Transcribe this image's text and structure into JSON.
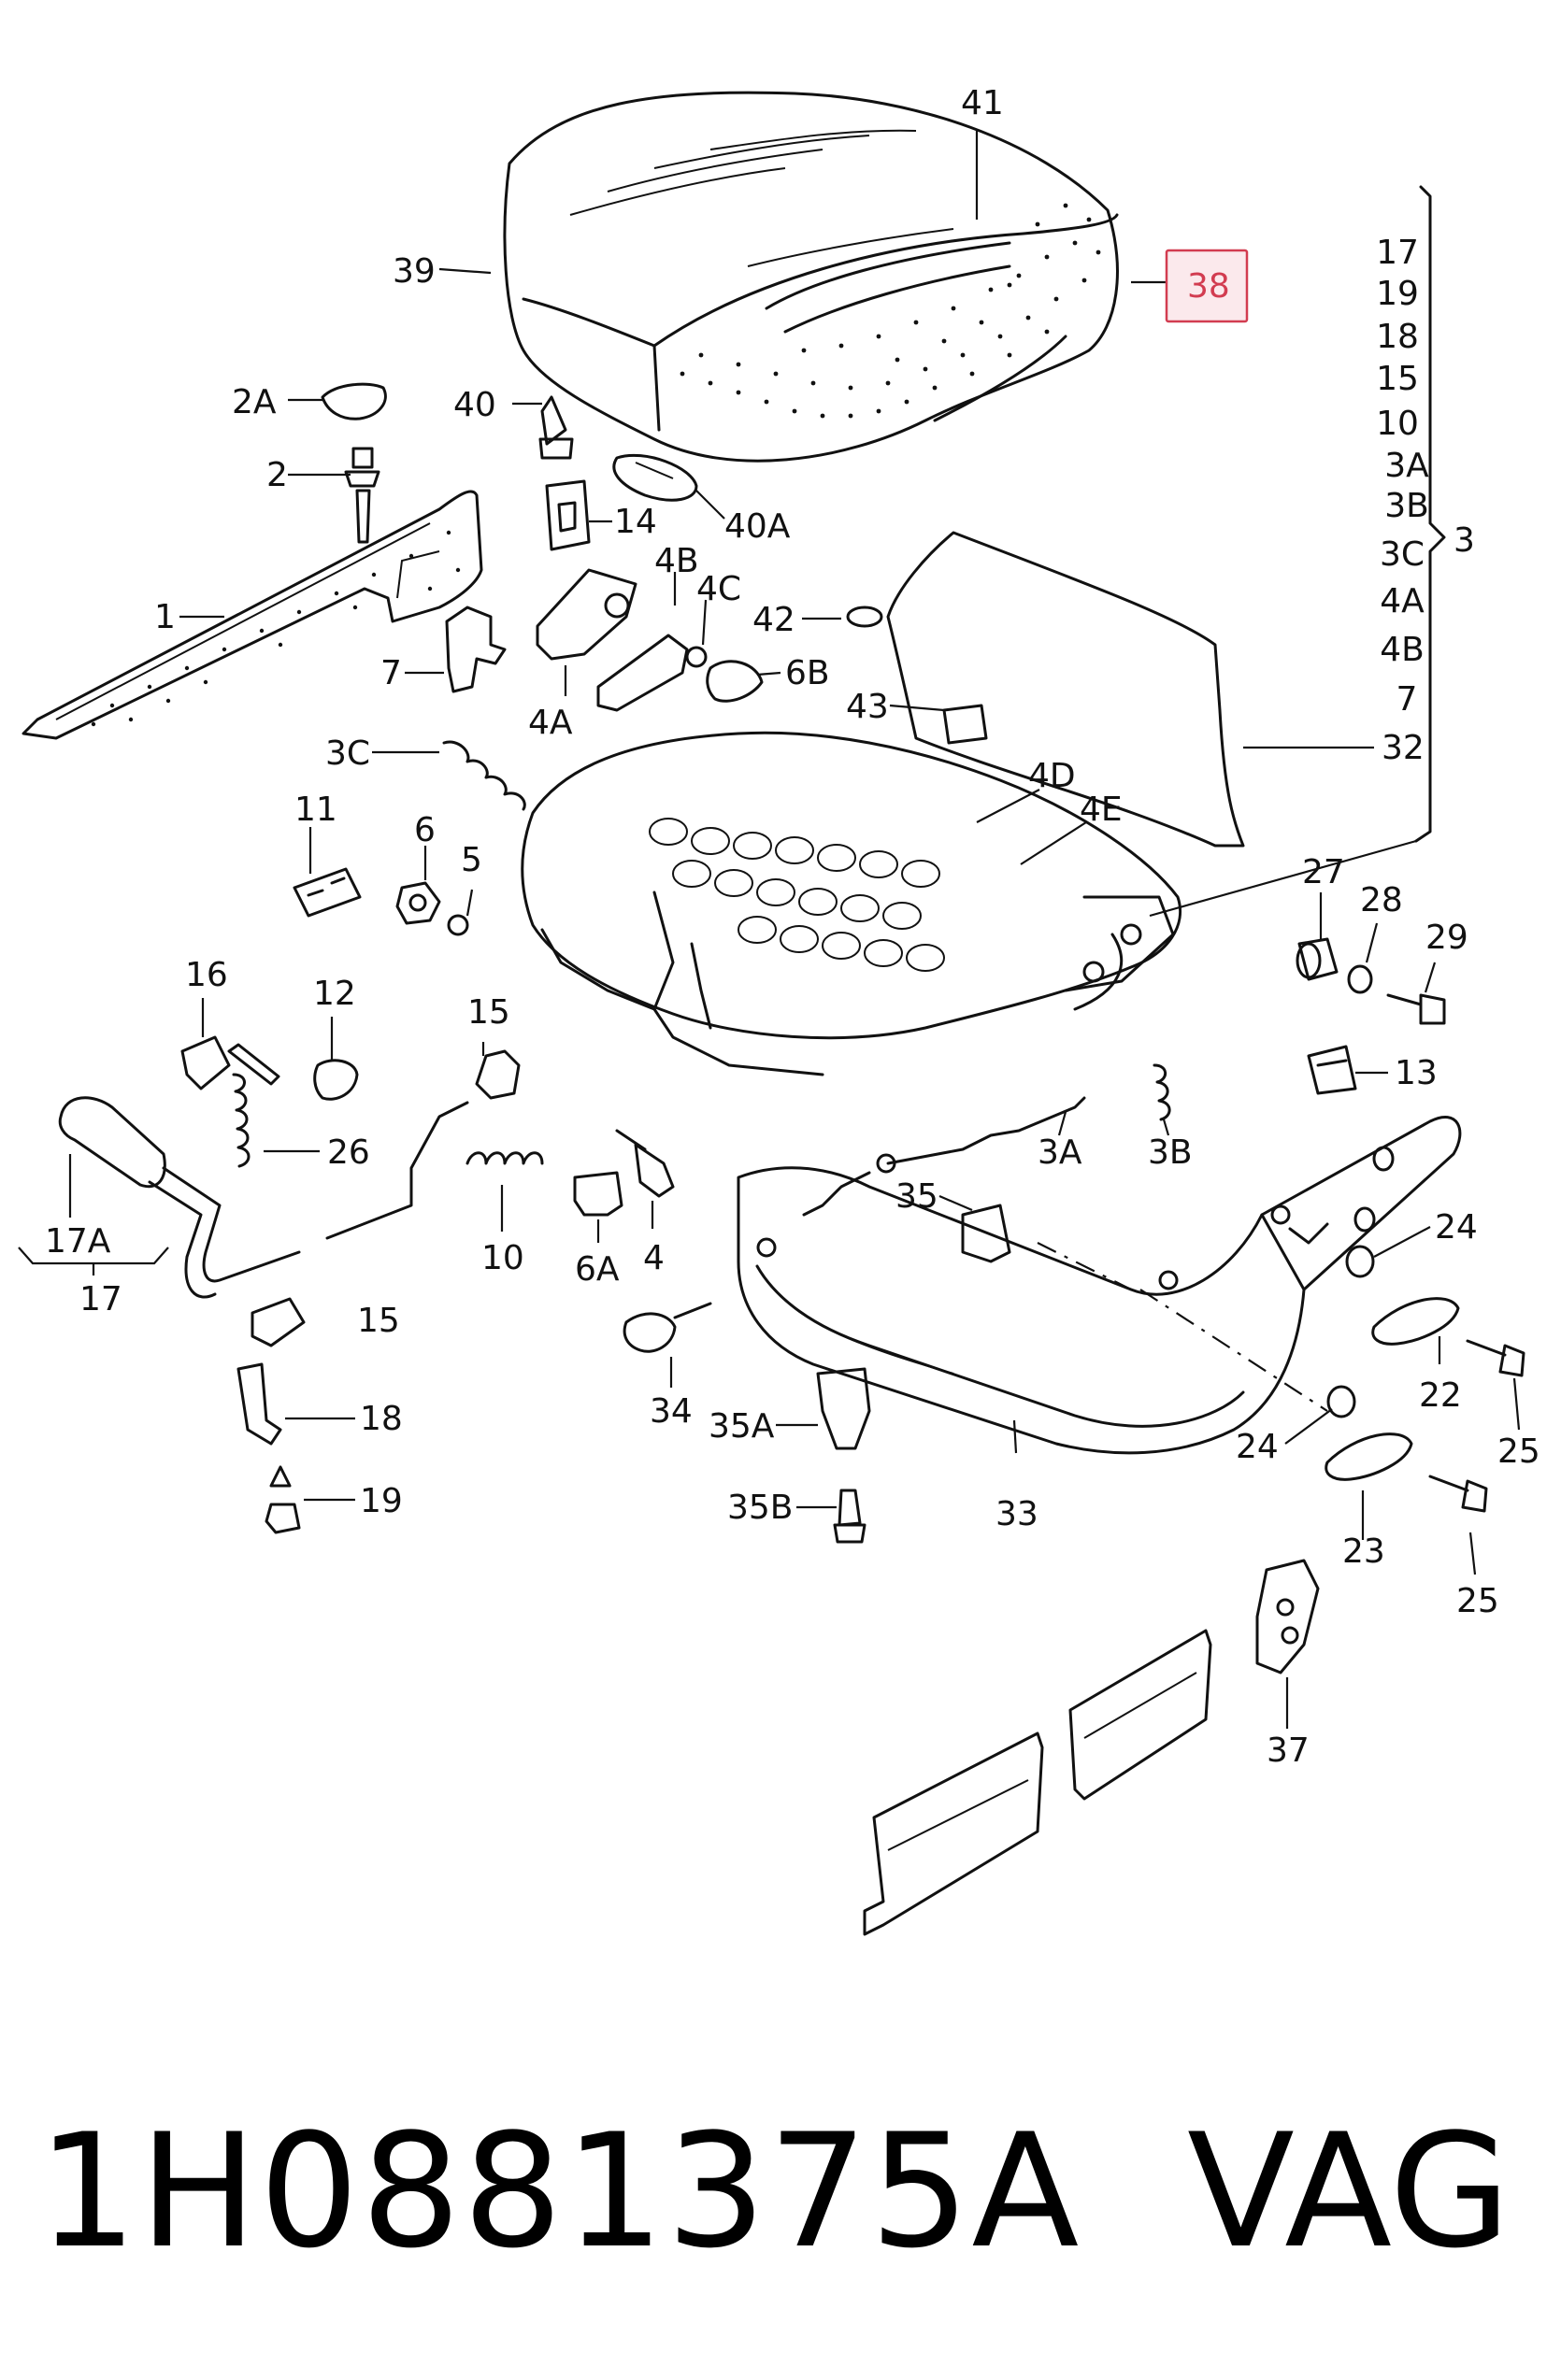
{
  "labels": {
    "l41": "41",
    "l39": "39",
    "l38": "38",
    "l40": "40",
    "l2A": "2A",
    "l2": "2",
    "l14": "14",
    "l40A": "40A",
    "l1": "1",
    "l4B": "4B",
    "l4C": "4C",
    "l42": "42",
    "l7": "7",
    "l6B": "6B",
    "l4A": "4A",
    "l43": "43",
    "l3C": "3C",
    "l32": "32",
    "l4D": "4D",
    "l4E": "4E",
    "l11": "11",
    "l6": "6",
    "l5": "5",
    "l27": "27",
    "l28": "28",
    "l29": "29",
    "l16": "16",
    "l12": "12",
    "l15a": "15",
    "l13": "13",
    "l26": "26",
    "l3A": "3A",
    "l3B": "3B",
    "l17A": "17A",
    "l17": "17",
    "l10": "10",
    "l6A": "6A",
    "l4": "4",
    "l35": "35",
    "l24a": "24",
    "l15b": "15",
    "l22": "22",
    "l34": "34",
    "l35A": "35A",
    "l18": "18",
    "l25a": "25",
    "l24b": "24",
    "l19": "19",
    "l35B": "35B",
    "l33": "33",
    "l23": "23",
    "l25b": "25",
    "l37": "37"
  },
  "group_3": {
    "items": [
      "17",
      "19",
      "18",
      "15",
      "10",
      "3A",
      "3B",
      "3C",
      "4A",
      "4B",
      "7"
    ],
    "label": "3"
  },
  "highlight": {
    "label": "38",
    "color": "#d23c50"
  },
  "footer": {
    "part_number": "1H0881375A",
    "brand": "VAG"
  }
}
